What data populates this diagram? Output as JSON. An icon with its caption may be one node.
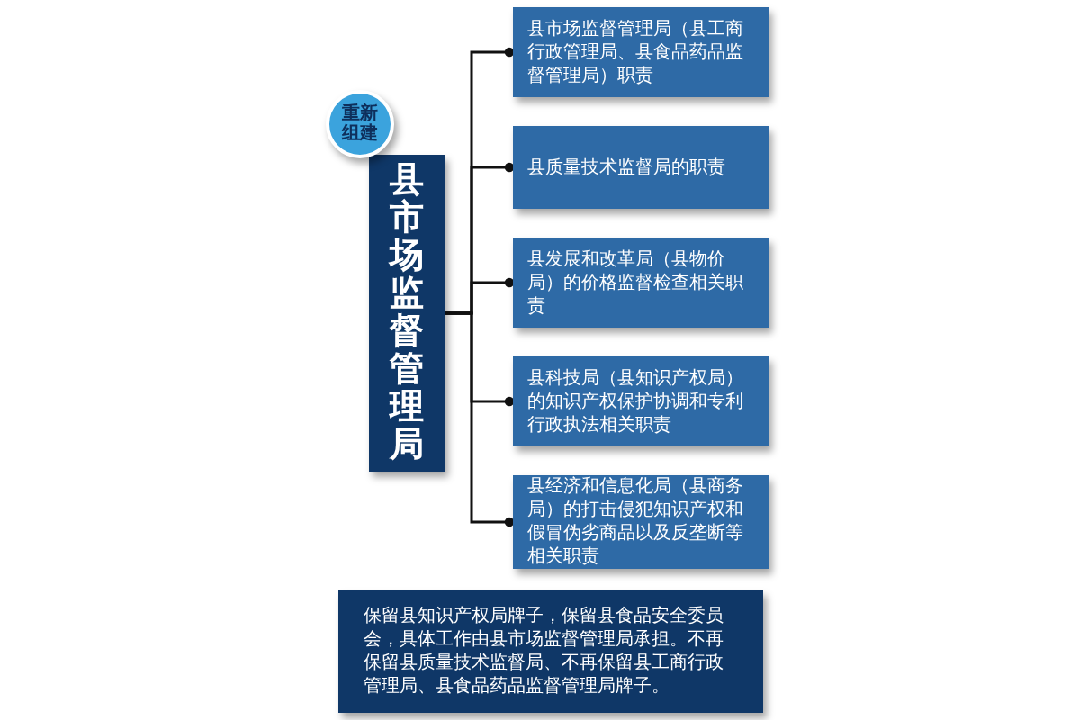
{
  "diagram": {
    "nodes": [
      {
        "text": [
          "重新组建"
        ]
      },
      {
        "text": [
          "县市场监督管理局"
        ]
      },
      {
        "text": [
          "县市场监督管理局（县工商行政管理局、县食品药品监督管理局）职责"
        ]
      },
      {
        "text": [
          "县质量技术监督局的职责"
        ]
      },
      {
        "text": [
          "县发展和改革局（县物价局）的价格监督检查相关职责"
        ]
      },
      {
        "text": [
          "县科技局（县知识产权局）的知识产权保护协调和专利行政执法相关职责"
        ]
      },
      {
        "text": [
          "县经济和信息化局（县商务局）的打击侵犯知识产权和假冒伪劣商品以及反垄断等相关职责"
        ]
      },
      {
        "text": [
          "保留县知识产权局牌子，保留县食品安全委员会，具体工作由县市场监督管理局承担。不再保留县质量技术监督局、不再保留县工商行政管理局、县食品药品监督管理局牌子。"
        ]
      }
    ],
    "edges": [
      {
        "from": 1,
        "to": 2,
        "arrow": "other"
      },
      {
        "from": 1,
        "to": 3,
        "arrow": "other"
      },
      {
        "from": 1,
        "to": 4,
        "arrow": "other"
      },
      {
        "from": 1,
        "to": 5,
        "arrow": "other"
      },
      {
        "from": 1,
        "to": 6,
        "arrow": "other"
      }
    ]
  }
}
